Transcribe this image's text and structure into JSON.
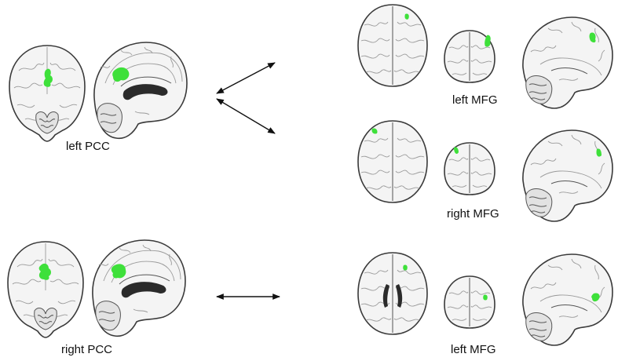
{
  "labels": {
    "left_pcc": "left PCC",
    "right_pcc": "right PCC",
    "left_mfg_top": "left MFG",
    "right_mfg": "right MFG",
    "left_mfg_bottom": "left MFG"
  },
  "colors": {
    "activation": "#3ee03a",
    "outline": "#3a3a3a",
    "arrow": "#111111"
  }
}
